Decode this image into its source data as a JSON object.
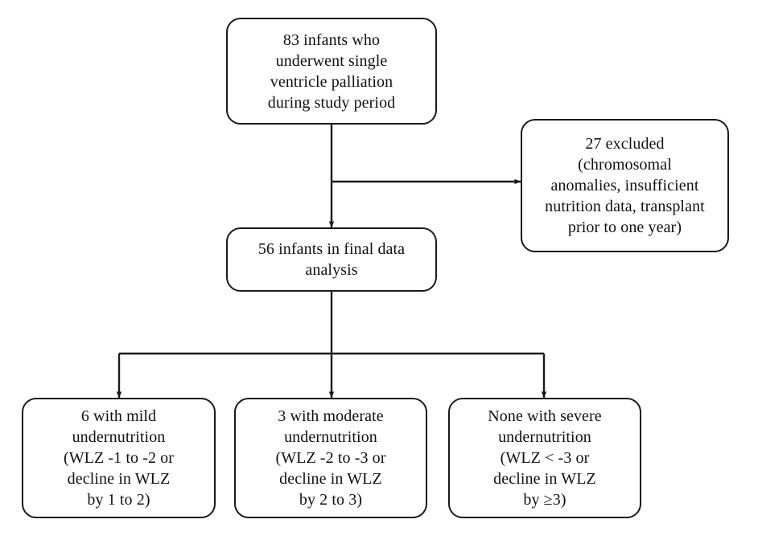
{
  "diagram": {
    "type": "participant-flow-chart",
    "background_color": "#ffffff",
    "line_color": "#1a1a1a",
    "box_border_color": "#1a1a1a",
    "box_fill_color": "#ffffff",
    "nodes": {
      "enrolled": {
        "label": "83 infants who\nunderwent single\nventricle palliation\nduring study period",
        "count": 83
      },
      "excluded": {
        "label": "27 excluded\n(chromosomal\nanomalies, insufficient\nnutrition data, transplant\nprior to one year)",
        "count": 27
      },
      "analyzed": {
        "label": "56 infants in final data\nanalysis",
        "count": 56
      },
      "mild": {
        "label": "6 with mild\nundernutrition\n(WLZ -1 to -2 or\ndecline in WLZ\nby 1 to 2)",
        "count": 6
      },
      "moderate": {
        "label": "3 with moderate\nundernutrition\n(WLZ -2 to -3 or\ndecline in WLZ\nby 2 to 3)",
        "count": 3
      },
      "severe": {
        "label": "None with severe\nundernutrition\n(WLZ < -3 or\ndecline in WLZ\nby ≥3)",
        "count": 0
      }
    }
  }
}
